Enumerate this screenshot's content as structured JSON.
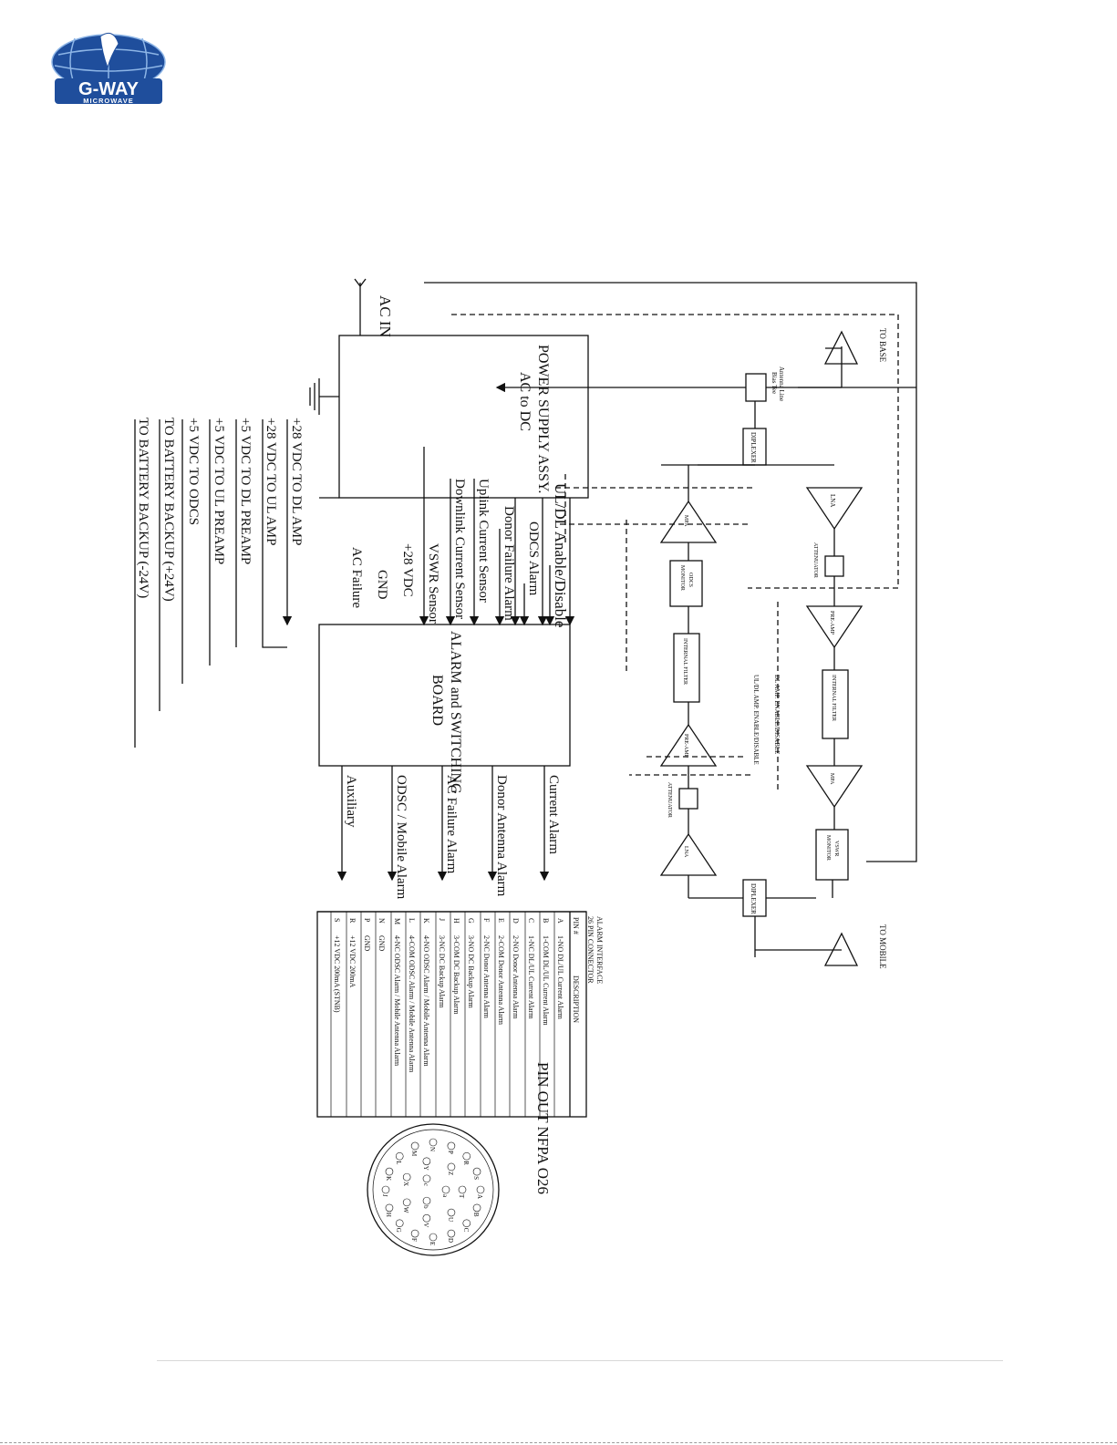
{
  "logo": {
    "line1": "G-WAY",
    "line2": "MICROWAVE",
    "primary": "#1f4e9c",
    "accent": "#8db5e6"
  },
  "power": {
    "ac_in": "AC IN",
    "title1": "POWER SUPPLY ASSY.",
    "title2": "AC to DC",
    "outputs": [
      "+28 VDC TO DL AMP",
      "+28 VDC TO UL AMP",
      "+5 VDC TO DL PREAMP",
      "+5 VDC TO UL PREAMP",
      "+5 VDC TO ODCS",
      "TO BATTERY BACKUP (+24V)",
      "TO BATTERY BACKUP (-24V)"
    ]
  },
  "alarm_board": {
    "title1": "ALARM and SWITCHING",
    "title2": "BOARD",
    "inputs": [
      "UL/DL Anable/Disable",
      "ODCS Alarm",
      "Donor Failure Alarm",
      "Uplink Current Sensor",
      "Downlink Current Sensor",
      "VSWR Sensor",
      "+28 VDC",
      "GND",
      "AC Failure"
    ],
    "outputs": [
      "Current Alarm",
      "Donor Antenna Alarm",
      "AC Failure Alarm",
      "ODSC / Mobile Alarm",
      "Auxiliary"
    ]
  },
  "rf": {
    "to_base": "TO BASE",
    "to_mobile": "TO MOBILE",
    "bias_tee1": "Antenna Line",
    "bias_tee2": "Bias Tee",
    "diplexer": "DIPLEXER",
    "lna": "LNA",
    "attenuator": "ATTENUATOR",
    "pre_amp": "PRE-AMP",
    "internal_filter": "INTERNAL FILTER",
    "mpa": "MPA",
    "odcs_monitor1": "ODCS",
    "odcs_monitor2": "MONITOR",
    "vswr_monitor1": "VSWR",
    "vswr_monitor2": "MONITOR",
    "dl_enable": "DL AMP. ENABLE/DISABLE",
    "ul_enable": "UL/DL AMP. ENABLE/DISABLE"
  },
  "connector": {
    "title1": "ALARM INTERFACE",
    "title2": "26 PIN CONNECTOR",
    "header_pin": "PIN #",
    "header_desc": "DESCRIPTION",
    "rows": [
      {
        "pin": "A",
        "desc": "1-NO  DL/UL Current Alarm"
      },
      {
        "pin": "B",
        "desc": "1-COM  DL/UL Current Alarm"
      },
      {
        "pin": "C",
        "desc": "1-NC  DL/UL Current Alarm"
      },
      {
        "pin": "D",
        "desc": "2-NO  Donor Antenna Alarm"
      },
      {
        "pin": "E",
        "desc": "2-COM  Donor Antenna Alarm"
      },
      {
        "pin": "F",
        "desc": "2-NC  Donor Antenna Alarm"
      },
      {
        "pin": "G",
        "desc": "3-NO  DC Backup Alarm"
      },
      {
        "pin": "H",
        "desc": "3-COM  DC Backup Alarm"
      },
      {
        "pin": "J",
        "desc": "3-NC  DC Backup Alarm"
      },
      {
        "pin": "K",
        "desc": "4-NO  ODSC Alarm / Mobile Antenna Alarm"
      },
      {
        "pin": "L",
        "desc": "4-COM  ODSC Alarm / Mobile Antenna Alarm"
      },
      {
        "pin": "M",
        "desc": "4-NC  ODSC Alarm / Mobile Antenna Alarm"
      },
      {
        "pin": "N",
        "desc": "GND"
      },
      {
        "pin": "P",
        "desc": "GND"
      },
      {
        "pin": "R",
        "desc": "+12 VDC  200mA"
      },
      {
        "pin": "S",
        "desc": "+12 VDC 200mA (STNB)"
      }
    ],
    "pinout": "PIN OUT NFPA O26",
    "face_letters": [
      "A",
      "B",
      "C",
      "D",
      "E",
      "F",
      "G",
      "H",
      "J",
      "K",
      "L",
      "M",
      "N",
      "P",
      "R",
      "S",
      "T",
      "U",
      "V",
      "W",
      "X",
      "Y",
      "Z",
      "a",
      "b",
      "c"
    ]
  }
}
